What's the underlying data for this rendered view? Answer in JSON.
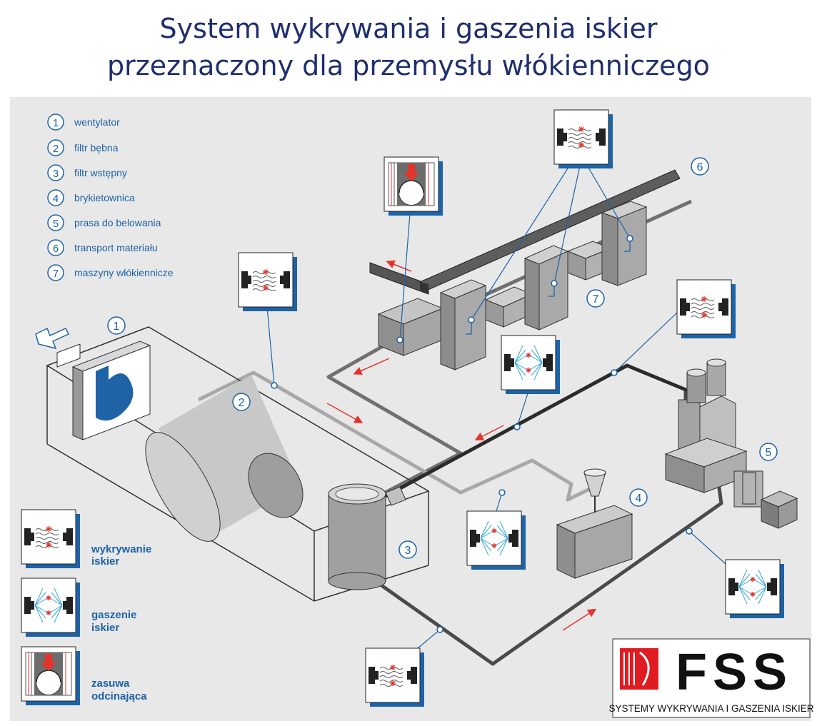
{
  "title_line1": "System wykrywania i gaszenia iskier",
  "title_line2": "przeznaczony dla przemysłu włókienniczego",
  "legend": [
    {
      "num": "1",
      "label": "wentylator"
    },
    {
      "num": "2",
      "label": "filtr bębna"
    },
    {
      "num": "3",
      "label": "filtr wstępny"
    },
    {
      "num": "4",
      "label": "brykietownica"
    },
    {
      "num": "5",
      "label": "prasa do belowania"
    },
    {
      "num": "6",
      "label": "transport materiału"
    },
    {
      "num": "7",
      "label": "maszyny włókiennicze"
    }
  ],
  "markers": [
    "1",
    "2",
    "3",
    "4",
    "5",
    "6",
    "7"
  ],
  "key": {
    "detection_line1": "wykrywanie",
    "detection_line2": "iskier",
    "extinguish_line1": "gaszenie",
    "extinguish_line2": "iskier",
    "gate_line1": "zasuwa",
    "gate_line2": "odcinająca"
  },
  "logo": {
    "brand": "FSS",
    "tagline": "SYSTEMY WYKRYWANIA I GASZENIA ISKIER"
  },
  "colors": {
    "title": "#1f2e6e",
    "accent_blue": "#1d63a6",
    "panel": "#e8e8e9",
    "spark_red": "#e5332a"
  }
}
